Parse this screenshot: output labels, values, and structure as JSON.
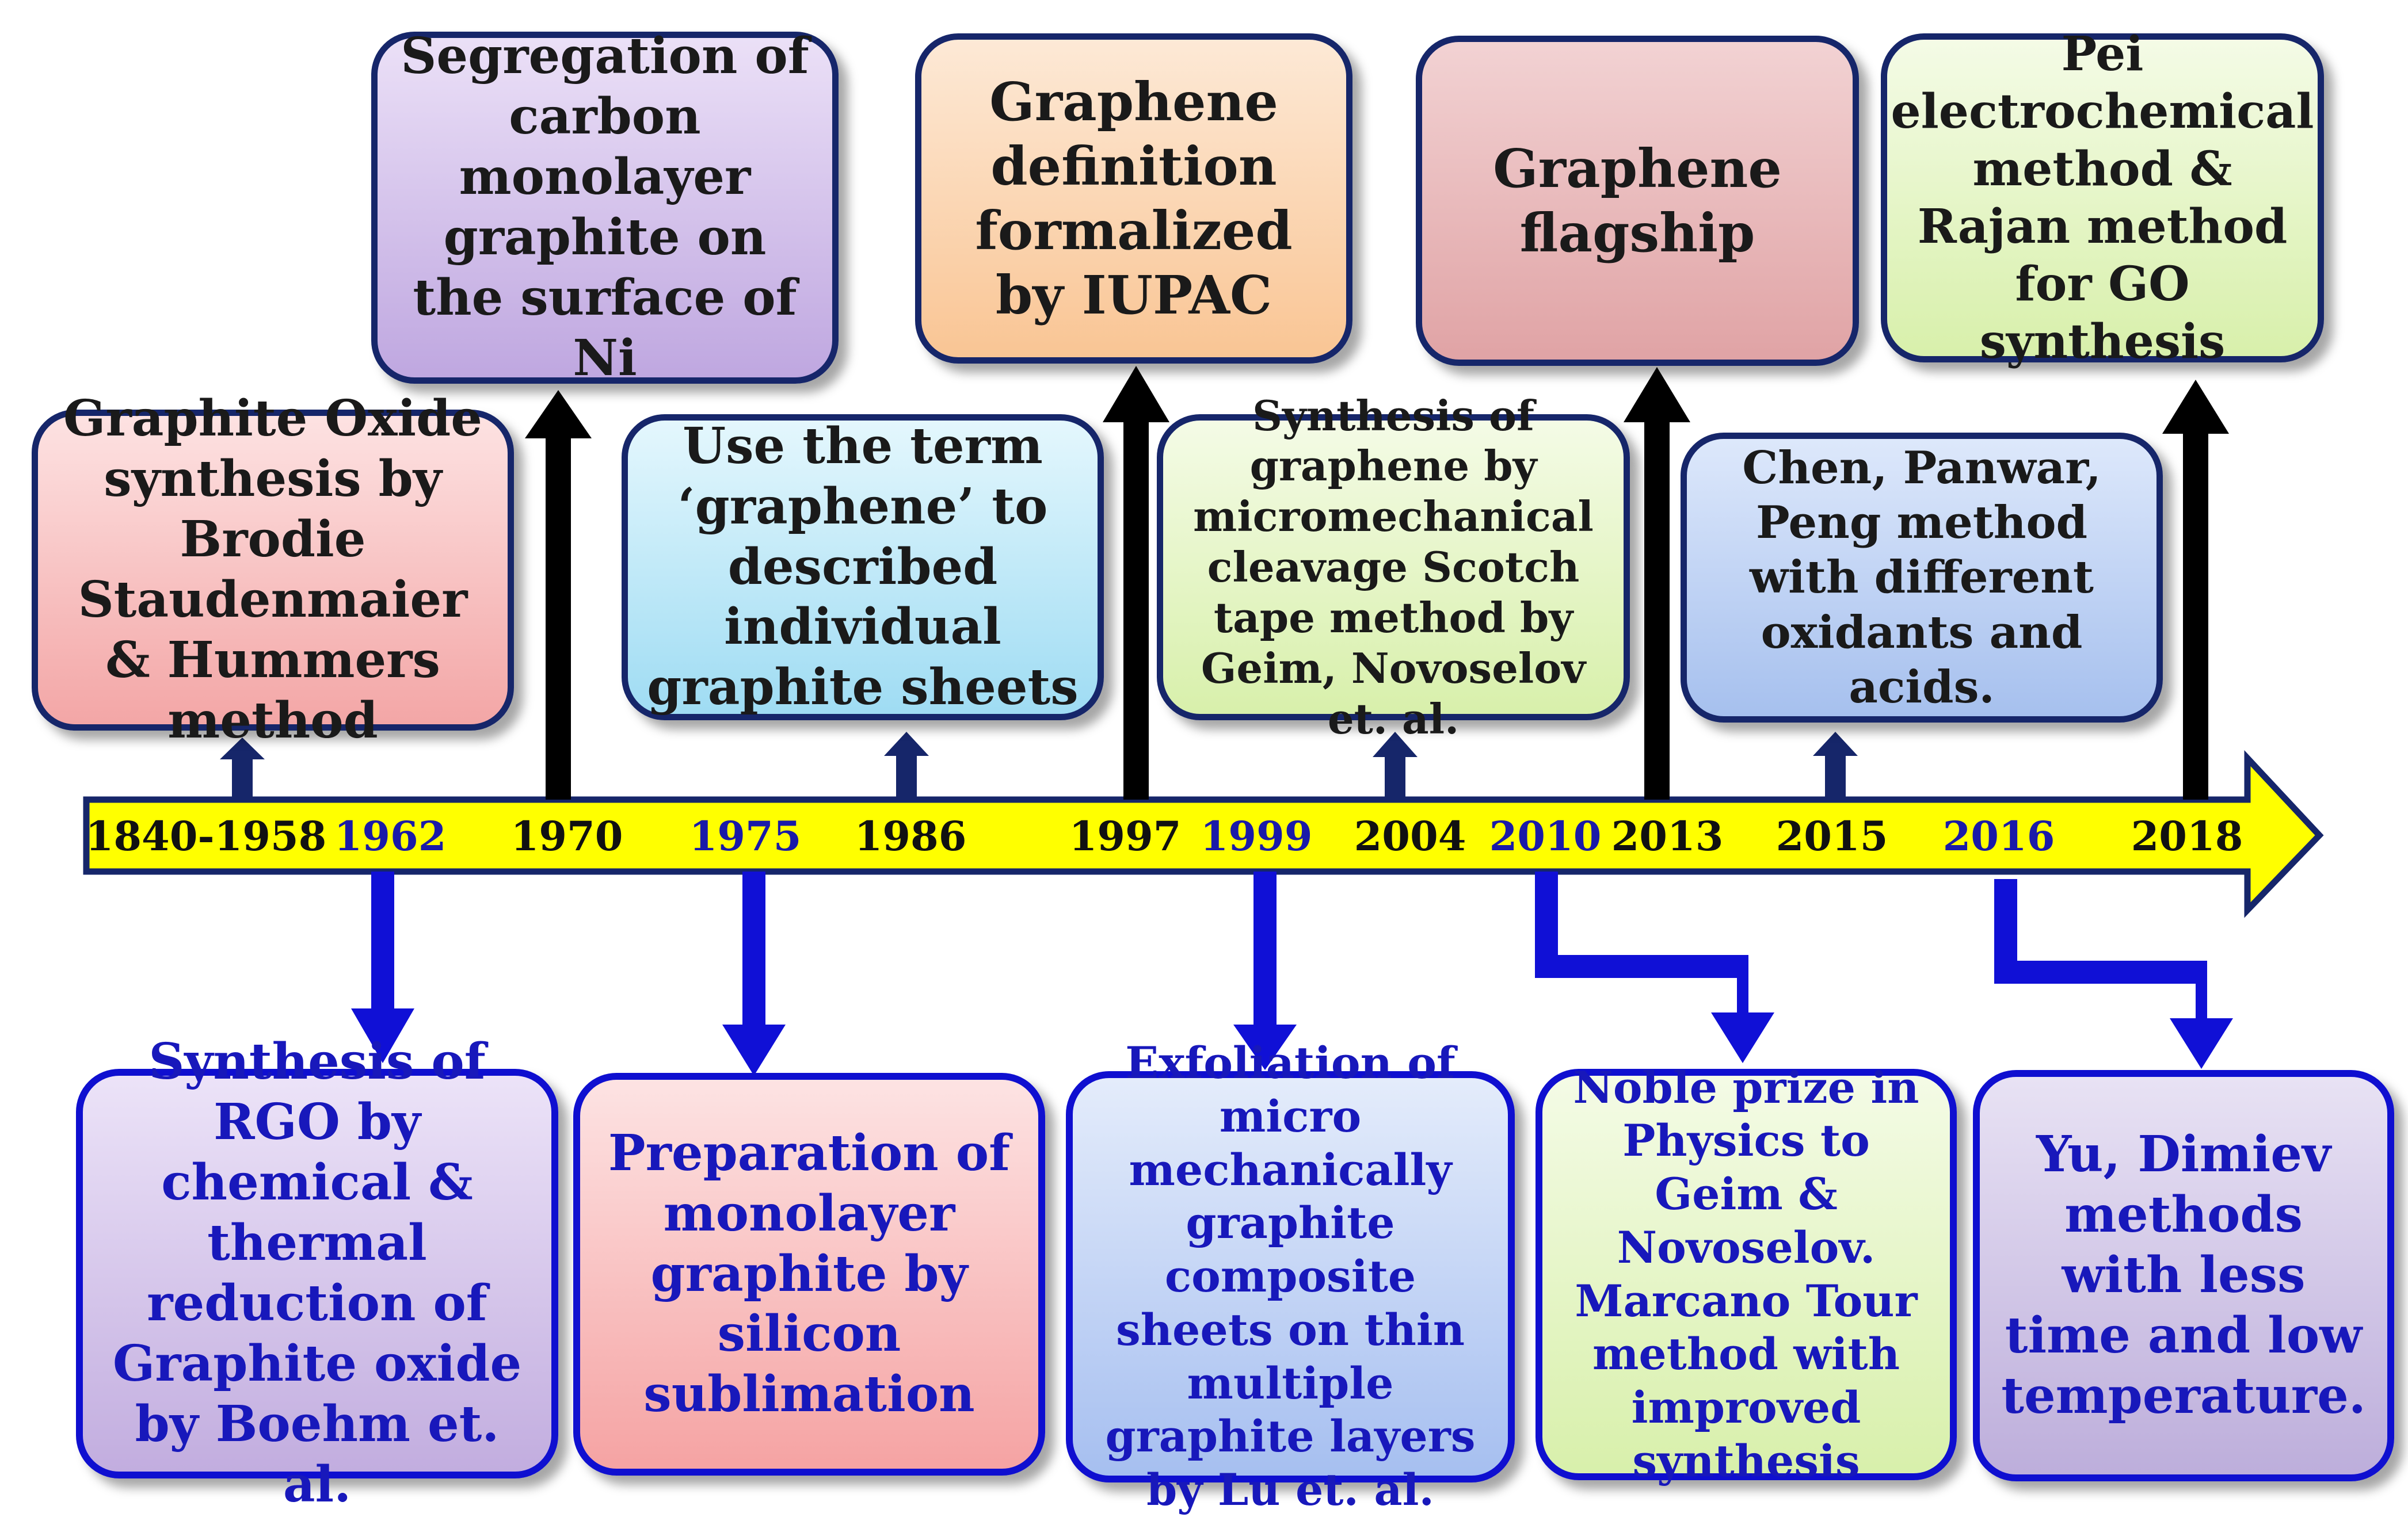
{
  "timeline": {
    "years": [
      "1840-1958",
      "1962",
      "1970",
      "1975",
      "1986",
      "1997",
      "1999",
      "2004",
      "2010",
      "2013",
      "2015",
      "2016",
      "2018"
    ]
  },
  "events_above": [
    {
      "year": "1840-1958",
      "text": "Graphite Oxide synthesis by Brodie Staudenmaier & Hummers method",
      "color": "#f7b5b5"
    },
    {
      "year": "1970",
      "text": "Segregation of carbon monolayer graphite on the surface of Ni",
      "color": "#c9b3e6"
    },
    {
      "year": "1986",
      "text": "Use the term ‘graphene’ to described individual graphite sheets",
      "color": "#aee4f6"
    },
    {
      "year": "1997",
      "text": "Graphene definition formalized by IUPAC",
      "color": "#fbd0a8"
    },
    {
      "year": "2004",
      "text": "Synthesis of graphene by micromechanical cleavage Scotch tape method by Geim, Novoselov et. al.",
      "color": "#e2f4c0"
    },
    {
      "year": "2013",
      "text": "Graphene flagship",
      "color": "#e6b4b5"
    },
    {
      "year": "2015",
      "text": "Chen, Panwar, Peng method with different oxidants and acids.",
      "color": "#b6ccf0"
    },
    {
      "year": "2018",
      "text": "Pei electrochemical method & Rajan method for GO synthesis",
      "color": "#e2f4c0"
    }
  ],
  "events_below": [
    {
      "year": "1962",
      "text": "Synthesis of RGO by chemical & thermal reduction of Graphite oxide by Boehm et. al.",
      "color": "#cfbde9"
    },
    {
      "year": "1975",
      "text": "Preparation of monolayer graphite by silicon sublimation",
      "color": "#f9b3b3"
    },
    {
      "year": "1999",
      "text": "Exfoliation of micro mechanically graphite composite sheets on thin multiple graphite layers by Lu et. al.",
      "color": "#b9ccf2"
    },
    {
      "year": "2010",
      "text": "Noble prize in Physics to Geim & Novoselov. Marcano Tour method with improved synthesis",
      "color": "#e2f4c0"
    },
    {
      "year": "2016",
      "text": "Yu, Dimiev methods with less time and low temperature.",
      "color": "#cbbfe2"
    }
  ]
}
